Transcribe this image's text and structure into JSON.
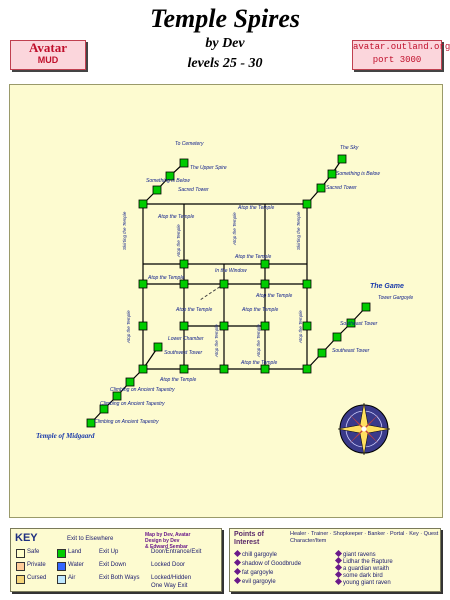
{
  "header": {
    "title": "Temple Spires",
    "byline": "by Dev",
    "levels": "levels 25 - 30",
    "badge_left": [
      "Avatar",
      "MUD"
    ],
    "badge_right": [
      "avatar.outland.org",
      "port 3000"
    ]
  },
  "map": {
    "labels": {
      "to_cemetery": "To Cemetery",
      "upper_left": "The Upper Spire",
      "upper_right": "Sacred Tower",
      "skirt_l": "Skirting the Temple",
      "skirt_r": "Skirting the Temple",
      "atop_top": "Atop the Temple",
      "atop_top2": "Atop the Temple",
      "atop_mid": "Atop the Temple",
      "atop_mid2": "Atop the Temple",
      "atop_bottom": "Atop the Temple",
      "atop_bottom2": "Atop the Temple",
      "atop_left": "Atop the Temple",
      "atop_right": "Atop the Temple",
      "atop_v1": "Atop the Temple",
      "atop_v2": "Atop the Temple",
      "atop_v3": "Atop the Temple",
      "atop_v4": "Atop the Temple",
      "atop_c1": "Atop the Temple",
      "atop_c2": "Atop the Temple",
      "atop_c3": "Atop the Temple",
      "in_window": "In the Window",
      "lower_chamber": "Lower Chamber",
      "southwest_tower": "Southwest Tower",
      "southeast_tower": "Southeast Tower",
      "southeast_tower2": "Southeast Tower",
      "tower_gargoyle": "Tower Gargoyle",
      "the_game": "The Game",
      "climbing1": "Climbing on Ancient Tapestry",
      "climbing2": "Climbing on Ancient Tapestry",
      "climbing3": "Climbing on Ancient Tapestry",
      "temple_midgaard": "Temple of Midgaard",
      "to_sky": "The Sky",
      "something_left": "Something is Below",
      "something_right": "Something is Below",
      "sacred_tower2": "Sacred Tower"
    }
  },
  "key": {
    "title": "KEY",
    "sector_types": [
      {
        "label": "Safe",
        "color": "#ffffcc"
      },
      {
        "label": "Private",
        "color": "#ffcc99"
      },
      {
        "label": "Cursed",
        "color": "#f5d57a"
      },
      {
        "label": "Land",
        "color": "#00cc00"
      },
      {
        "label": "Water",
        "color": "#3366ff"
      },
      {
        "label": "Air",
        "color": "#bfe8ff"
      }
    ],
    "symbols": [
      "Exit to Elsewhere",
      "Exit Up",
      "Exit Down",
      "Exit Both Ways",
      "Door/Entrance/Exit",
      "Locked Door",
      "Locked/Hidden",
      "One Way Exit"
    ],
    "credit": [
      "Map by Dev, Avatar",
      "Design by Dev",
      "& Edward Sembar"
    ]
  },
  "poi": {
    "title": [
      "Points of",
      "Interest"
    ],
    "legend": [
      "Healer",
      "Trainer",
      "Shopkeeper",
      "Banker",
      "Portal",
      "Key",
      "Quest Character/Item"
    ],
    "items": [
      "chill gargoyle",
      "shadow of Goodbrude",
      "fat gargoyle",
      "evil gargoyle",
      "giant ravens",
      "Lidhar the Rapture",
      "a guardian wraith",
      "some dark bird",
      "young giant raven"
    ],
    "colors": {
      "accent": "#6a1a8a",
      "room": "#00cc00",
      "edge": "#000000",
      "label": "#0a1a8a"
    }
  }
}
